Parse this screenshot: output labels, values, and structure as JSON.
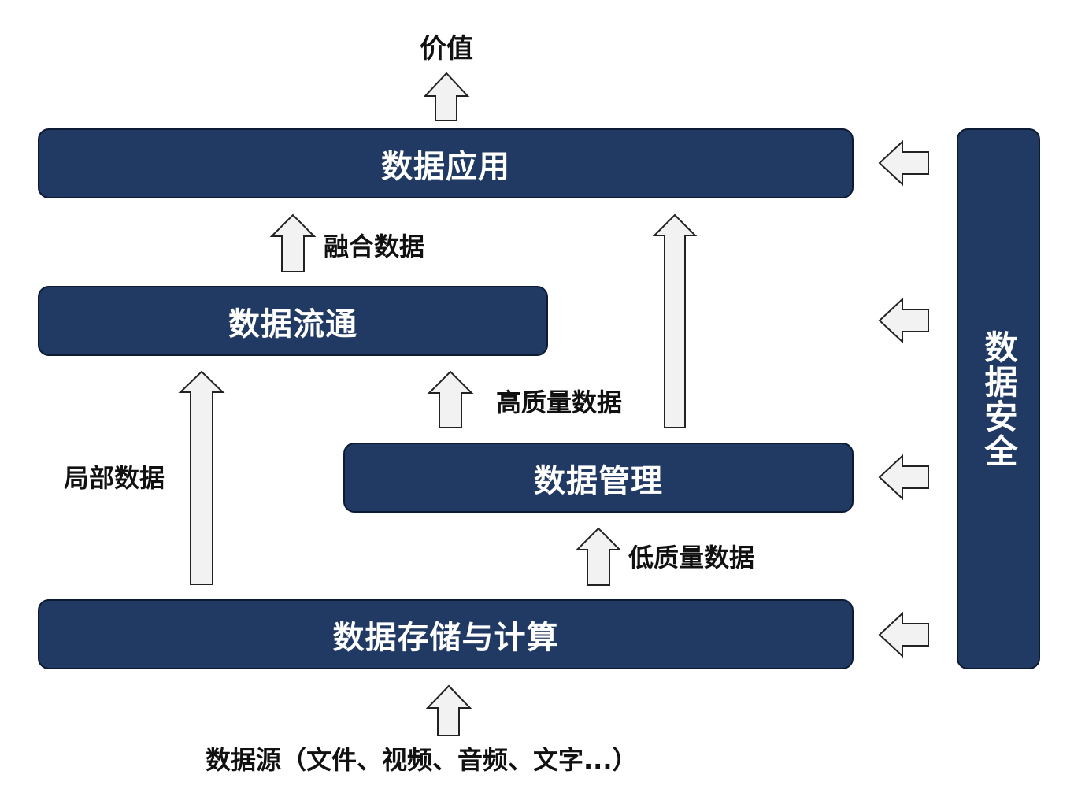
{
  "diagram": {
    "boxes": {
      "app": "数据应用",
      "circulation": "数据流通",
      "management": "数据管理",
      "storage": "数据存储与计算",
      "security": "数据安全"
    },
    "labels": {
      "value": "价值",
      "fused_data": "融合数据",
      "high_quality": "高质量数据",
      "local_data": "局部数据",
      "low_quality": "低质量数据",
      "source": "数据源（文件、视频、音频、文字...）"
    }
  },
  "colors": {
    "box_fill": "#213a63",
    "arrow_fill": "#f2f2f2"
  }
}
